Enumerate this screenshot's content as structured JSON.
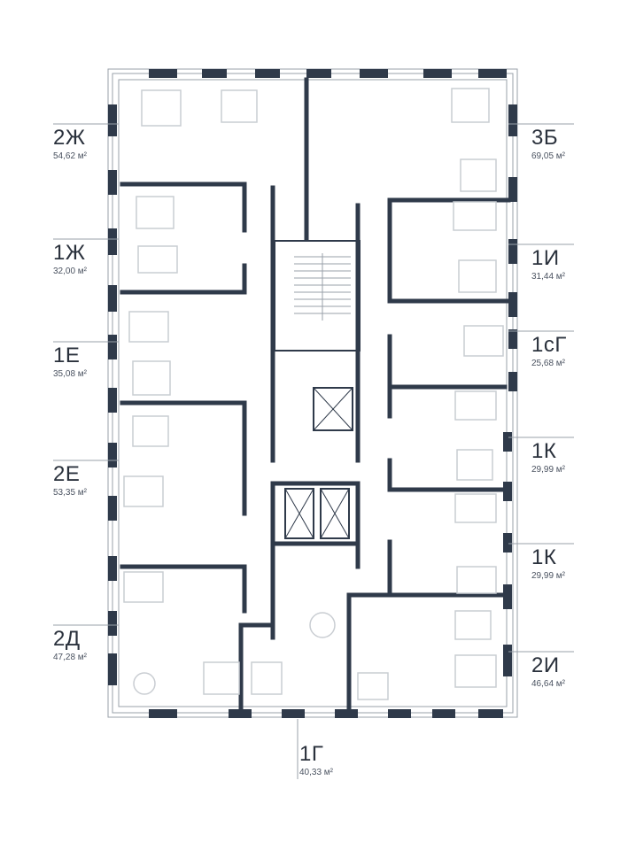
{
  "apartments": [
    {
      "id": "2zh",
      "code": "2Ж",
      "area": "54,62 м²"
    },
    {
      "id": "1zh",
      "code": "1Ж",
      "area": "32,00 м²"
    },
    {
      "id": "1e",
      "code": "1Е",
      "area": "35,08 м²"
    },
    {
      "id": "2e",
      "code": "2Е",
      "area": "53,35 м²"
    },
    {
      "id": "2d",
      "code": "2Д",
      "area": "47,28 м²"
    },
    {
      "id": "3b",
      "code": "3Б",
      "area": "69,05 м²"
    },
    {
      "id": "1i",
      "code": "1И",
      "area": "31,44 м²"
    },
    {
      "id": "1sg",
      "code": "1сГ",
      "area": "25,68 м²"
    },
    {
      "id": "1k_a",
      "code": "1К",
      "area": "29,99 м²"
    },
    {
      "id": "1k_b",
      "code": "1К",
      "area": "29,99 м²"
    },
    {
      "id": "2i",
      "code": "2И",
      "area": "46,64 м²"
    },
    {
      "id": "1g",
      "code": "1Г",
      "area": "40,33 м²"
    }
  ],
  "colors": {
    "wall": "#2f3a4a",
    "thin_line": "#9aa1aa",
    "furniture": "#c9cdd2",
    "label_text": "#2a313c"
  }
}
